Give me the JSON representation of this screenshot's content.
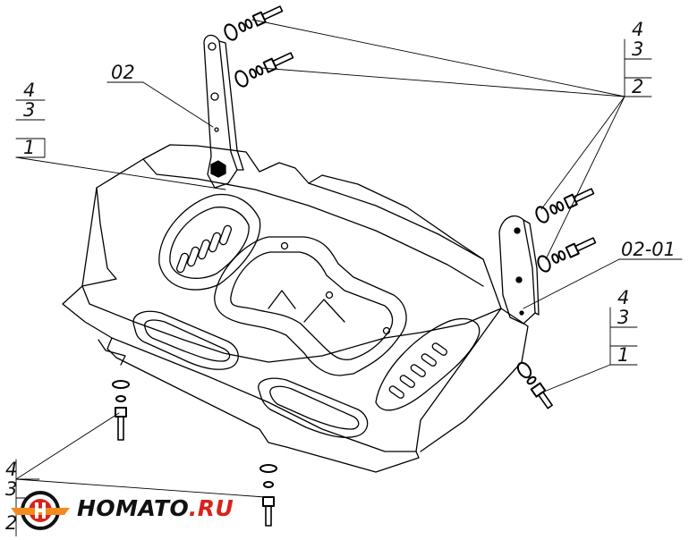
{
  "callouts": {
    "top_right": [
      "4",
      "3",
      "2"
    ],
    "left": [
      "4",
      "3",
      "1"
    ],
    "bracket_left": "02",
    "bracket_right": "02-01",
    "right_lower": [
      "4",
      "3",
      "1"
    ],
    "bottom_left": [
      "4",
      "3",
      "2"
    ]
  },
  "logo": {
    "brand_main": "HOMATO",
    "brand_suffix": ".RU",
    "colors": {
      "red": "#d8231c",
      "orange": "#f28a1e",
      "dark": "#111111"
    }
  }
}
